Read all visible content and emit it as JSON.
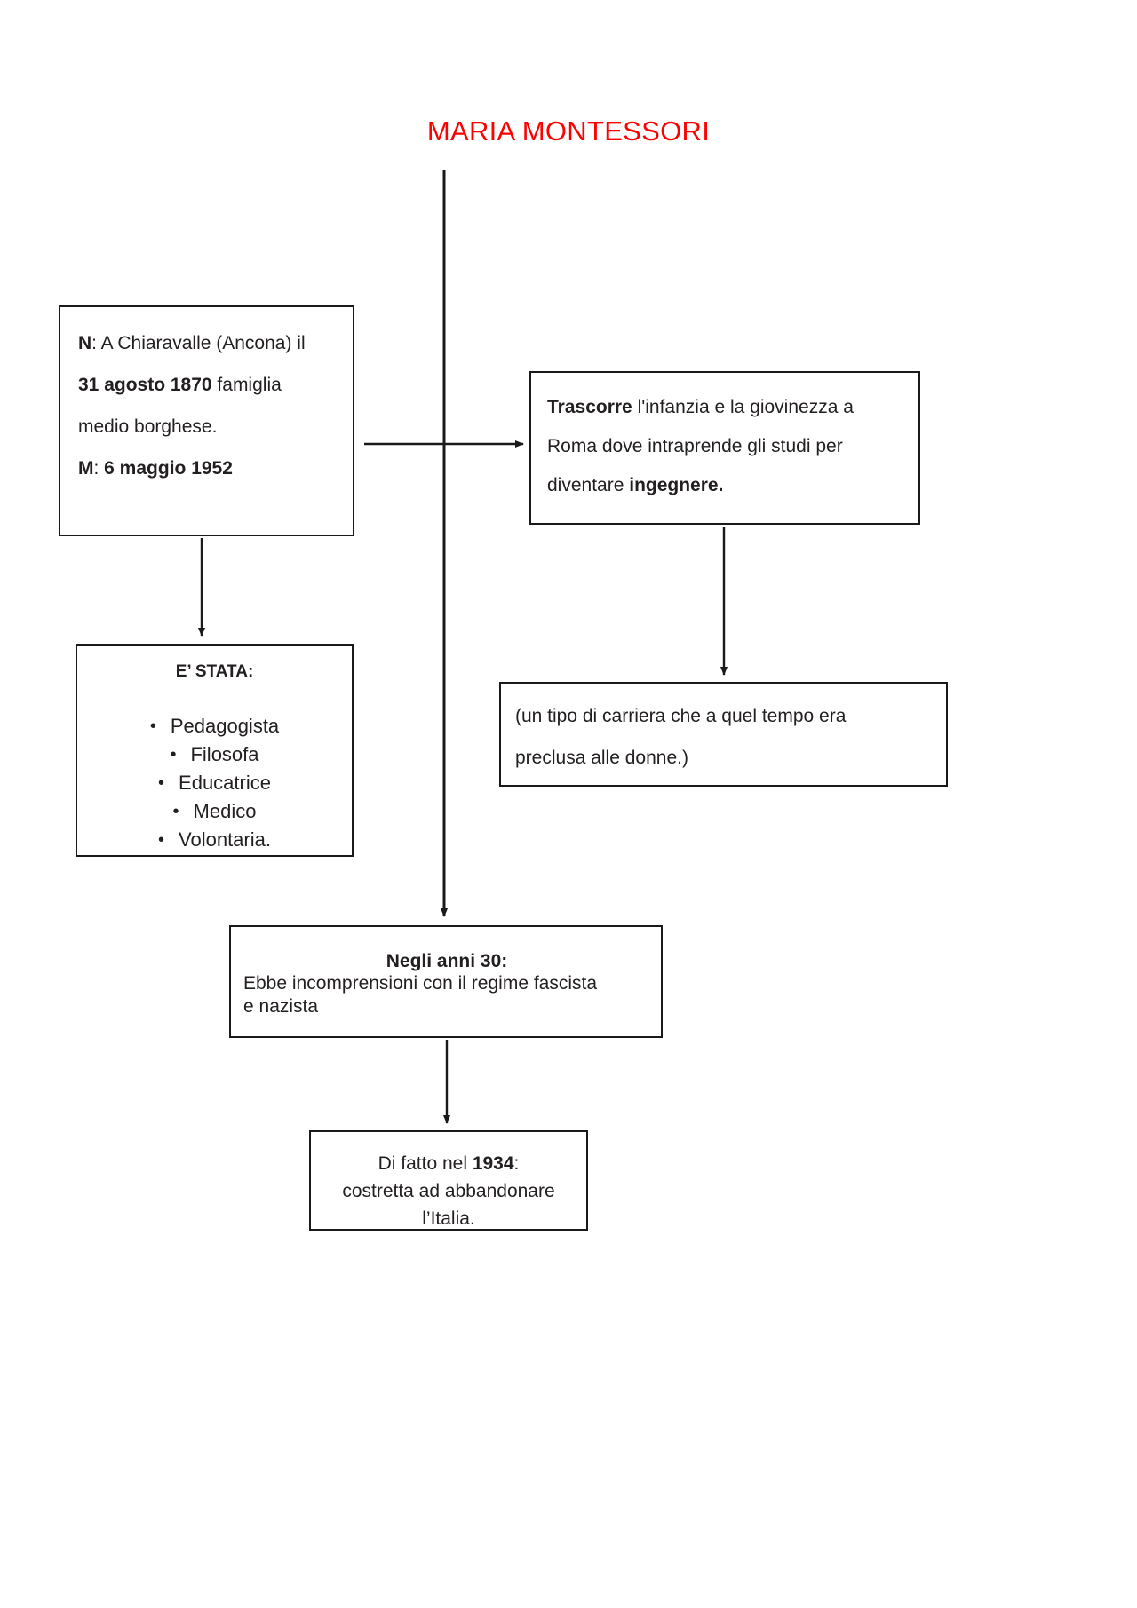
{
  "title": "MARIA MONTESSORI",
  "colors": {
    "title": "#ff0000",
    "box_border": "#1a1a1a",
    "text": "#231f20",
    "background": "#ffffff"
  },
  "boxes": {
    "nascita": {
      "line1_bold": "N",
      "line1_rest": ": A Chiaravalle (Ancona) il",
      "line2_bold": "31 agosto 1870",
      "line2_rest": " famiglia",
      "line3": "medio borghese.",
      "line4_bold": "M",
      "line4_rest": ": ",
      "line4_bold2": "6 maggio 1952"
    },
    "trascorre": {
      "line1_bold": "Trascorre",
      "line1_rest": " l'infanzia e la giovinezza a",
      "line2": "Roma dove intraprende gli studi per",
      "line3_rest": "diventare ",
      "line3_bold": "ingegnere."
    },
    "e_stata": {
      "heading": "E’ STATA:",
      "bullet_glyph": "•",
      "items": [
        "Pedagogista",
        "Filosofa",
        "Educatrice",
        "Medico",
        "Volontaria."
      ]
    },
    "carriera": {
      "line1": "(un tipo di carriera che a quel tempo era",
      "line2": "preclusa alle donne.)"
    },
    "anni30": {
      "heading": "Negli anni 30:",
      "line1": "Ebbe incomprensioni con il regime fascista",
      "line2": "e nazista"
    },
    "anno1934": {
      "line1_rest": "Di fatto nel ",
      "line1_bold": "1934",
      "line1_tail": ":",
      "line2": "costretta ad abbandonare",
      "line3": "l’Italia."
    }
  },
  "connectors": [
    {
      "name": "title-to-anni30-trunk",
      "type": "vertical-line-with-arrow"
    },
    {
      "name": "nascita-to-trascorre",
      "type": "horizontal-arrow"
    },
    {
      "name": "nascita-to-e-stata",
      "type": "vertical-arrow"
    },
    {
      "name": "trascorre-to-carriera",
      "type": "vertical-arrow"
    },
    {
      "name": "anni30-to-1934",
      "type": "vertical-arrow"
    }
  ]
}
